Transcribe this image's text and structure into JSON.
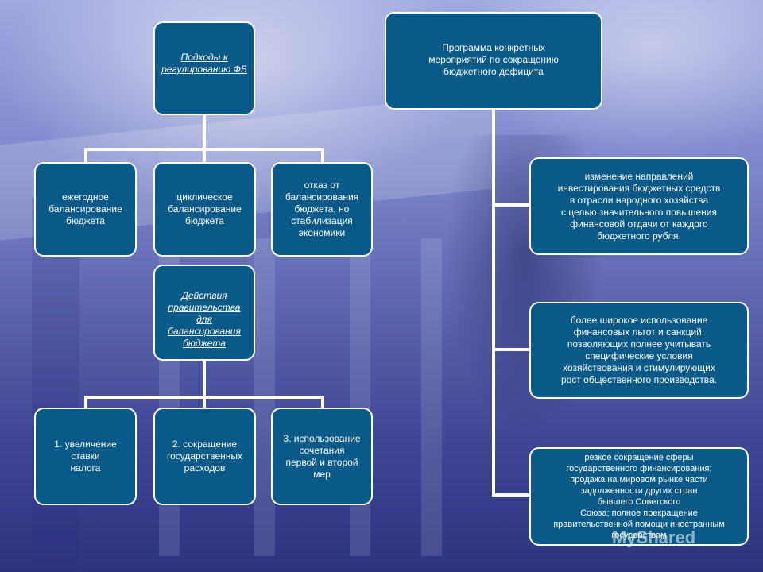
{
  "left_tree": {
    "root": "Подходы к\nрегулированию ФБ",
    "approaches": [
      "ежегодное\nбалансирование\nбюджета",
      "циклическое\nбалансирование\nбюджета",
      "отказ от\nбалансирования\nбюджета, но\nстабилизация\nэкономики"
    ],
    "actions_title": "Действия\nправительства для\nбалансирования\nбюджета",
    "actions": [
      "1. увеличение\nставки\nналога",
      "2. сокращение\nгосударственных\nрасходов",
      "3. использование\nсочетания\nпервой и второй\nмер"
    ]
  },
  "right_tree": {
    "root": "Программа конкретных\nмероприятий по сокращению\nбюджетного дефицита",
    "items": [
      "изменение направлений\nинвестирования бюджетных средств\nв отрасли народного хозяйства\nс целью значительного повышения\nфинансовой отдачи от каждого\nбюджетного рубля.",
      "более широкое использование\nфинансовых льгот и санкций,\nпозволяющих полнее учитывать\nспецифические условия\nхозяйствования и стимулирующих\nрост общественного производства.",
      "резкое сокращение сферы\nгосударственного финансирования;\nпродажа на мировом рынке части\nзадолженности других стран\nбывшего Советского\nСоюза; полное прекращение\nправительственной помощи иностранным\nгосударствам"
    ]
  },
  "watermark": "MyShared",
  "colors": {
    "box_fill": "#0a5a89",
    "box_border": "#ffffff",
    "connector": "#ffffff"
  }
}
